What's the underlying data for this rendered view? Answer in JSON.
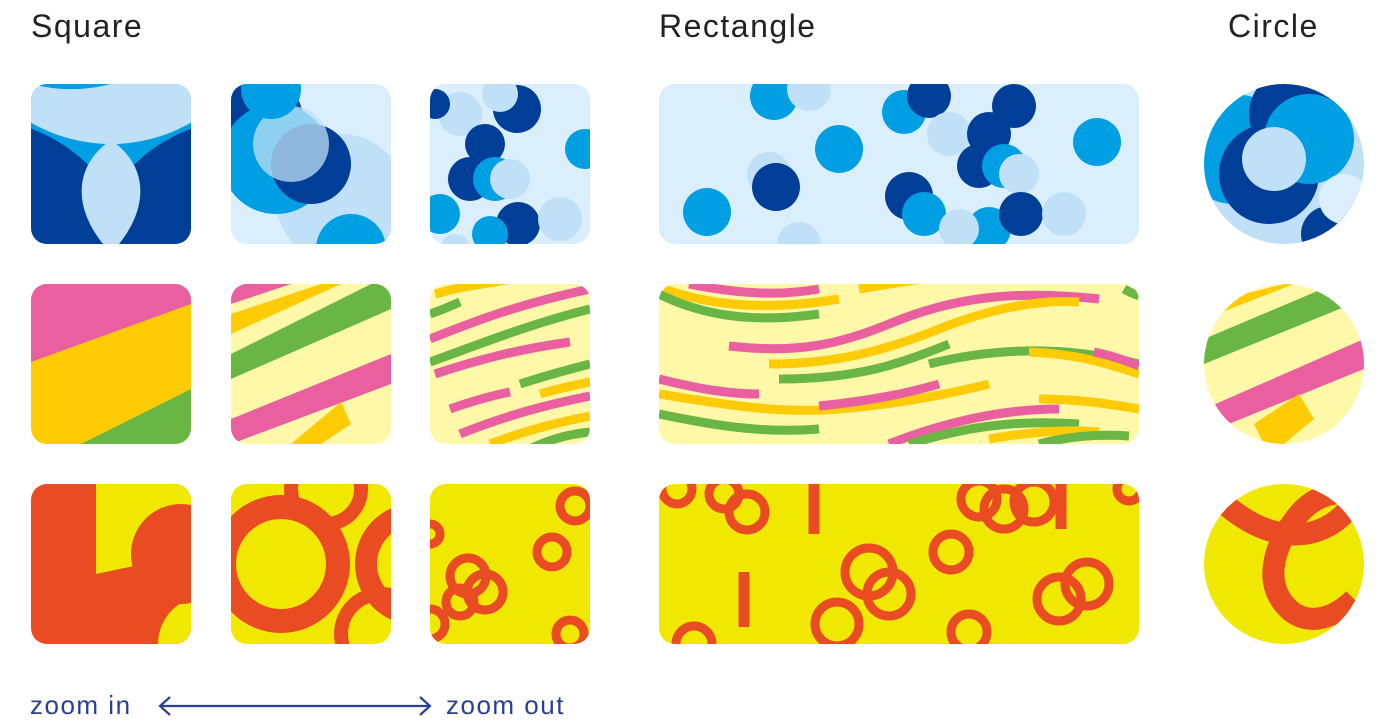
{
  "headings": {
    "square": "Square",
    "rectangle": "Rectangle",
    "circle": "Circle"
  },
  "zoom": {
    "in_label": "zoom in",
    "out_label": "zoom out"
  },
  "palettes": {
    "blue": {
      "light": "#dbeefb",
      "mid": "#bfe0f6",
      "bright": "#009fe3",
      "dark": "#003e98"
    },
    "stripe": {
      "bg": "#fff8a8",
      "pink": "#e95fa0",
      "yellow": "#ffcb05",
      "green": "#6ab645"
    },
    "red": {
      "bg": "#f0e800",
      "red": "#e94b23"
    }
  }
}
